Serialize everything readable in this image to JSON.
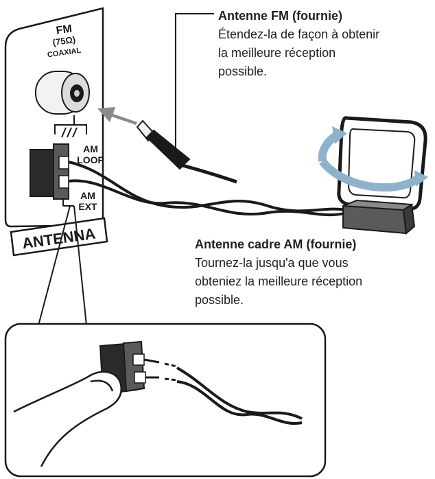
{
  "panel": {
    "fm_label": "FM",
    "fm_impedance": "(75Ω)",
    "fm_coaxial": "COAXIAL",
    "am_loop_line1": "AM",
    "am_loop_line2": "LOOP",
    "am_ext_line1": "AM",
    "am_ext_line2": "EXT",
    "antenna_label": "ANTENNA"
  },
  "fm_callout": {
    "title": "Antenne FM (fournie)",
    "line1": "Étendez-la de façon à obtenir",
    "line2": "la meilleure réception",
    "line3": "possible."
  },
  "am_callout": {
    "title": "Antenne cadre AM (fournie)",
    "line1": "Tournez-la jusqu'a que vous",
    "line2": "obteniez la meilleure réception",
    "line3": "possible."
  },
  "colors": {
    "line": "#1a1a1a",
    "arrow": "#8a8a8a",
    "rotation_arrow": "#8fb2cc",
    "panel_fill": "#ffffff"
  }
}
